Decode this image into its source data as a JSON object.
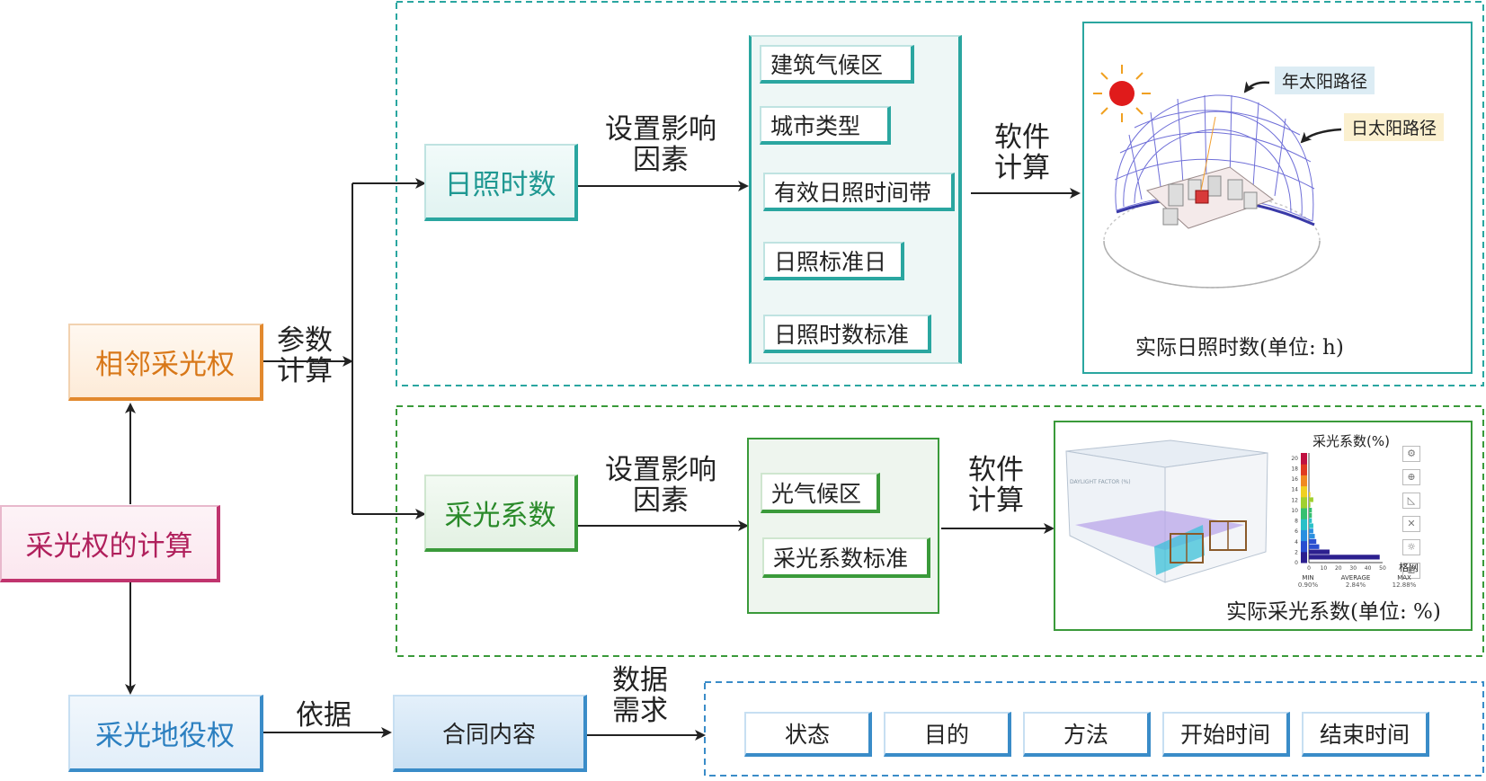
{
  "root": {
    "label": "采光权的计算"
  },
  "adjacent": {
    "label": "相邻采光权",
    "param_calc": [
      "参数",
      "计算"
    ]
  },
  "easement": {
    "label": "采光地役权",
    "basis_label": "依据",
    "contract": "合同内容",
    "data_need": [
      "数据",
      "需求"
    ],
    "fields": [
      "状态",
      "目的",
      "方法",
      "开始时间",
      "结束时间"
    ]
  },
  "sunshine": {
    "label": "日照时数",
    "set_factors": [
      "设置影响",
      "因素"
    ],
    "factors": [
      "建筑气候区",
      "城市类型",
      "有效日照时间带",
      "日照标准日",
      "日照时数标准"
    ],
    "software": [
      "软件",
      "计算"
    ],
    "result": {
      "year_path": "年太阳路径",
      "day_path": "日太阳路径",
      "caption": "实际日照时数(单位: h)"
    }
  },
  "daylight": {
    "label": "采光系数",
    "set_factors": [
      "设置影响",
      "因素"
    ],
    "factors": [
      "光气候区",
      "采光系数标准"
    ],
    "software": [
      "软件",
      "计算"
    ],
    "result": {
      "chart_title": "采光系数(%)",
      "model_tag": "DAYLIGHT FACTOR (%)",
      "grid_label": "格网",
      "stats": [
        {
          "label": "MIN",
          "value": "0.90%"
        },
        {
          "label": "AVERAGE",
          "value": "2.84%"
        },
        {
          "label": "MAX",
          "value": "12.88%"
        }
      ],
      "caption": "实际采光系数(单位: %)"
    }
  },
  "chart_data": {
    "type": "bar",
    "title": "采光系数(%)",
    "orientation": "horizontal",
    "y_ticks": [
      0,
      2,
      4,
      6,
      8,
      10,
      12,
      14,
      16,
      18,
      20
    ],
    "x_ticks": [
      0,
      10,
      20,
      30,
      40,
      50
    ],
    "ylim": [
      0,
      21
    ],
    "xlim": [
      0,
      50
    ],
    "bins": [
      {
        "y": 1,
        "value": 48
      },
      {
        "y": 2,
        "value": 14
      },
      {
        "y": 3,
        "value": 7
      },
      {
        "y": 4,
        "value": 5
      },
      {
        "y": 5,
        "value": 4
      },
      {
        "y": 6,
        "value": 3
      },
      {
        "y": 7,
        "value": 3
      },
      {
        "y": 8,
        "value": 2
      },
      {
        "y": 9,
        "value": 2
      },
      {
        "y": 10,
        "value": 2
      },
      {
        "y": 11,
        "value": 1
      },
      {
        "y": 12,
        "value": 3
      },
      {
        "y": 13,
        "value": 1
      }
    ]
  },
  "colors": {
    "teal": "#2aa6a0",
    "green": "#3a9a3a",
    "blue": "#3a8cc8",
    "orange": "#e2892e",
    "magenta": "#c0346e"
  }
}
